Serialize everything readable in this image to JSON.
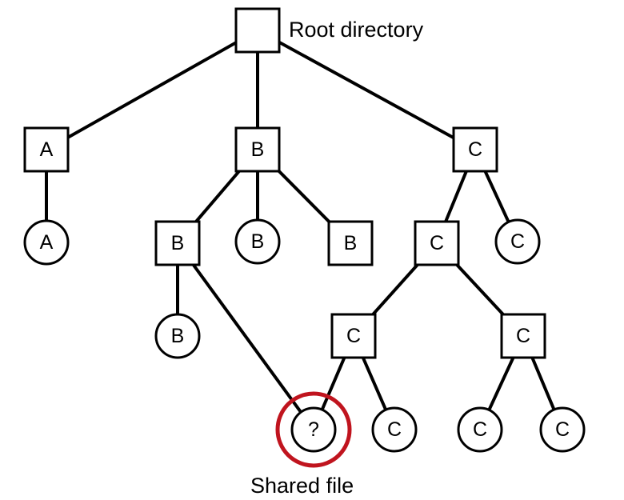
{
  "labels": {
    "root": "Root directory",
    "shared": "Shared file"
  },
  "colors": {
    "line": "#000000",
    "highlight": "#c0141e",
    "background": "#ffffff"
  },
  "nodes": [
    {
      "id": "root",
      "kind": "directory",
      "label": ""
    },
    {
      "id": "dir-a",
      "kind": "directory",
      "label": "A"
    },
    {
      "id": "dir-b",
      "kind": "directory",
      "label": "B"
    },
    {
      "id": "dir-c",
      "kind": "directory",
      "label": "C"
    },
    {
      "id": "file-a",
      "kind": "file",
      "label": "A"
    },
    {
      "id": "dir-b1",
      "kind": "directory",
      "label": "B"
    },
    {
      "id": "file-b1",
      "kind": "file",
      "label": "B"
    },
    {
      "id": "dir-b2",
      "kind": "directory",
      "label": "B"
    },
    {
      "id": "file-b2",
      "kind": "file",
      "label": "B"
    },
    {
      "id": "dir-c1",
      "kind": "directory",
      "label": "C"
    },
    {
      "id": "file-c1",
      "kind": "file",
      "label": "C"
    },
    {
      "id": "dir-c2",
      "kind": "directory",
      "label": "C"
    },
    {
      "id": "dir-c3",
      "kind": "directory",
      "label": "C"
    },
    {
      "id": "shared-file",
      "kind": "file",
      "label": "?",
      "highlighted": true
    },
    {
      "id": "file-c2",
      "kind": "file",
      "label": "C"
    },
    {
      "id": "file-c3",
      "kind": "file",
      "label": "C"
    },
    {
      "id": "file-c4",
      "kind": "file",
      "label": "C"
    }
  ],
  "edges": [
    [
      "root",
      "dir-a"
    ],
    [
      "root",
      "dir-b"
    ],
    [
      "root",
      "dir-c"
    ],
    [
      "dir-a",
      "file-a"
    ],
    [
      "dir-b",
      "dir-b1"
    ],
    [
      "dir-b",
      "file-b1"
    ],
    [
      "dir-b",
      "dir-b2"
    ],
    [
      "dir-b1",
      "file-b2"
    ],
    [
      "dir-b1",
      "shared-file"
    ],
    [
      "dir-c",
      "dir-c1"
    ],
    [
      "dir-c",
      "file-c1"
    ],
    [
      "dir-c1",
      "dir-c2"
    ],
    [
      "dir-c1",
      "dir-c3"
    ],
    [
      "dir-c2",
      "shared-file"
    ],
    [
      "dir-c2",
      "file-c2"
    ],
    [
      "dir-c3",
      "file-c3"
    ],
    [
      "dir-c3",
      "file-c4"
    ]
  ]
}
